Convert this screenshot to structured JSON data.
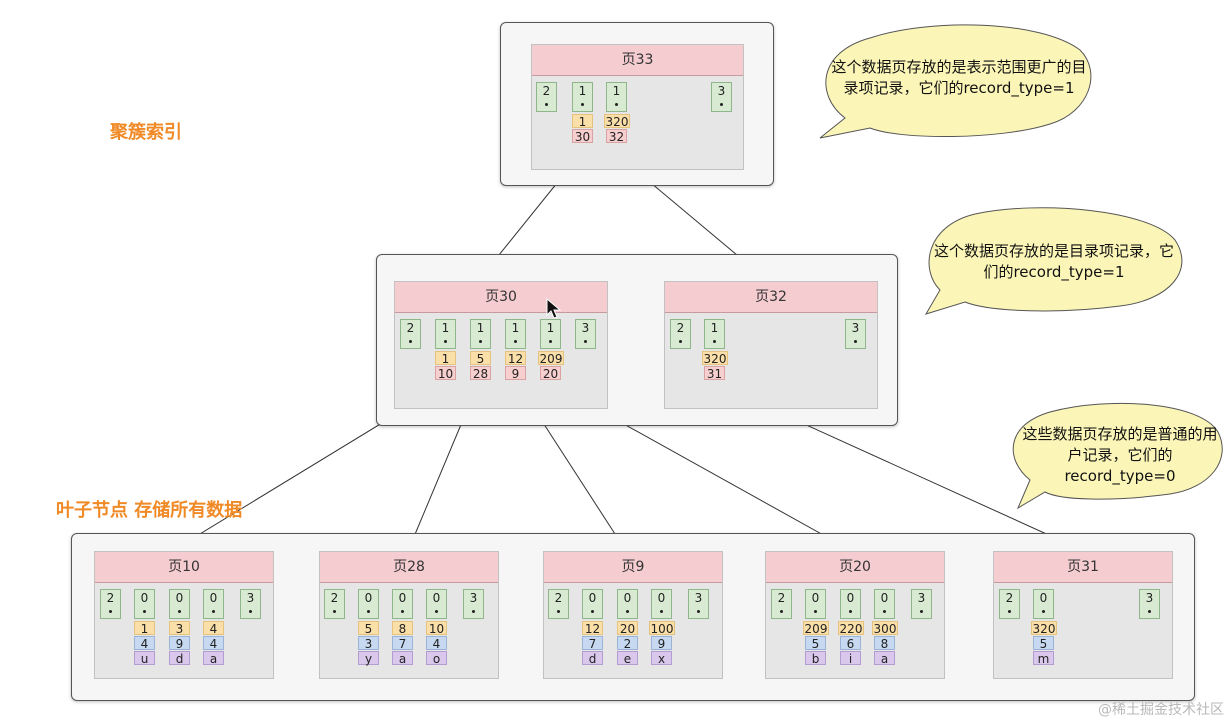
{
  "labels": {
    "clustered_index": "聚簇索引",
    "leaf_nodes": "叶子节点 存储所有数据"
  },
  "bubbles": [
    {
      "text": "这个数据页存放的是表示范围更广的目录项记录，它们的record_type=1"
    },
    {
      "text": "这个数据页存放的是目录项记录，它们的record_type=1"
    },
    {
      "text": "这些数据页存放的是普通的用户记录，它们的record_type=0"
    }
  ],
  "pages": {
    "p33": {
      "title": "页33",
      "records": [
        "2",
        "1",
        "1",
        "3"
      ],
      "entries": [
        [
          "1",
          "30"
        ],
        [
          "320",
          "32"
        ]
      ]
    },
    "p30": {
      "title": "页30",
      "records": [
        "2",
        "1",
        "1",
        "1",
        "1",
        "3"
      ],
      "entries": [
        [
          "1",
          "10"
        ],
        [
          "5",
          "28"
        ],
        [
          "12",
          "9"
        ],
        [
          "209",
          "20"
        ]
      ]
    },
    "p32": {
      "title": "页32",
      "records": [
        "2",
        "1",
        "3"
      ],
      "entries": [
        [
          "320",
          "31"
        ]
      ]
    },
    "p10": {
      "title": "页10",
      "records": [
        "2",
        "0",
        "0",
        "0",
        "3"
      ],
      "rows": [
        [
          "1",
          "4",
          "u"
        ],
        [
          "3",
          "9",
          "d"
        ],
        [
          "4",
          "4",
          "a"
        ]
      ]
    },
    "p28": {
      "title": "页28",
      "records": [
        "2",
        "0",
        "0",
        "0",
        "3"
      ],
      "rows": [
        [
          "5",
          "3",
          "y"
        ],
        [
          "8",
          "7",
          "a"
        ],
        [
          "10",
          "4",
          "o"
        ]
      ]
    },
    "p9": {
      "title": "页9",
      "records": [
        "2",
        "0",
        "0",
        "0",
        "3"
      ],
      "rows": [
        [
          "12",
          "7",
          "d"
        ],
        [
          "20",
          "2",
          "e"
        ],
        [
          "100",
          "9",
          "x"
        ]
      ]
    },
    "p20": {
      "title": "页20",
      "records": [
        "2",
        "0",
        "0",
        "0",
        "3"
      ],
      "rows": [
        [
          "209",
          "5",
          "b"
        ],
        [
          "220",
          "6",
          "i"
        ],
        [
          "300",
          "8",
          "a"
        ]
      ]
    },
    "p31": {
      "title": "页31",
      "records": [
        "2",
        "0",
        "3"
      ],
      "rows": [
        [
          "320",
          "5",
          "m"
        ]
      ]
    }
  },
  "colors": {
    "accent_label": "#f08a27",
    "page_header": "#f5cdd1",
    "record": "#d9ead3",
    "bubble": "#fbf6b8"
  },
  "icons": [
    "mouse-cursor-icon"
  ],
  "watermark": "@稀土掘金技术社区"
}
